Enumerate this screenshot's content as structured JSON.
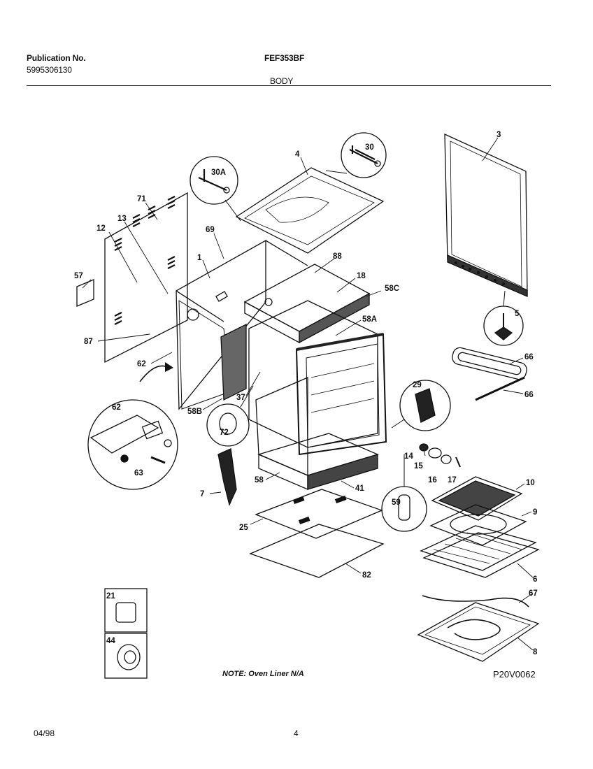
{
  "header": {
    "publication_label": "Publication No.",
    "publication_number": "5995306130",
    "model": "FEF353BF",
    "section": "BODY"
  },
  "note": "NOTE: Oven Liner N/A",
  "diagram_code": "P20V0062",
  "footer": {
    "date": "04/98",
    "page": "4"
  },
  "part_labels": [
    "30",
    "30A",
    "4",
    "3",
    "71",
    "12",
    "13",
    "69",
    "1",
    "88",
    "18",
    "58C",
    "57",
    "87",
    "58A",
    "5",
    "66",
    "66",
    "62",
    "58B",
    "37",
    "29",
    "72",
    "62",
    "63",
    "14",
    "15",
    "16",
    "17",
    "10",
    "9",
    "7",
    "58",
    "41",
    "59",
    "25",
    "6",
    "67",
    "82",
    "8",
    "21",
    "44"
  ]
}
